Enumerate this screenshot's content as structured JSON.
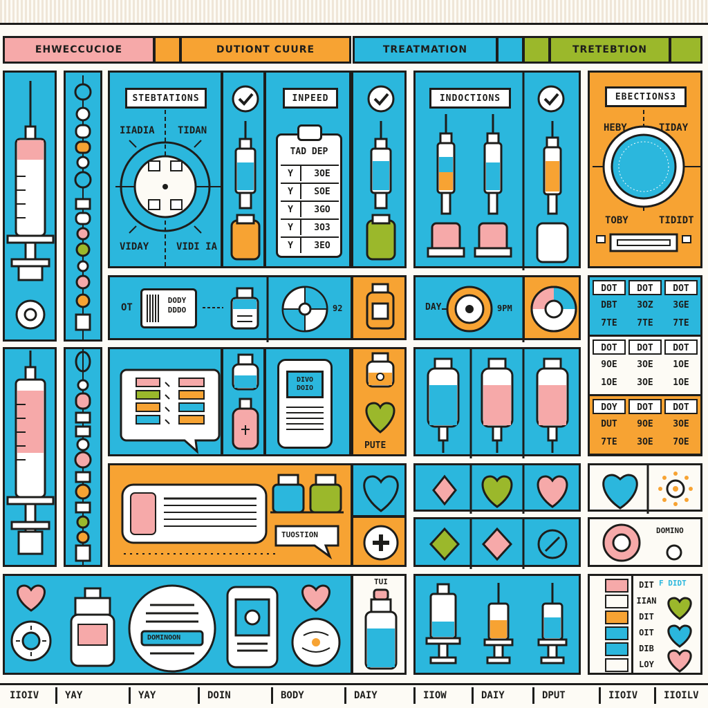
{
  "colors": {
    "cyan": "#2bb7dd",
    "orange": "#f7a333",
    "pink": "#f6a9a9",
    "green": "#9bb82b",
    "ink": "#1d1d1b",
    "cream": "#fdfbf5"
  },
  "header": {
    "segments": [
      "EHWECCUCIOE",
      "DUTIONT CUURE",
      "TREATMATION",
      "TRETEBTION"
    ]
  },
  "panels": {
    "stretching": {
      "label": "STEBTATIONS",
      "top_left": "IIADIA",
      "top_right": "TIDAN",
      "bottom_left": "VIDAY",
      "bottom_right": "VIDI IA"
    },
    "inpeed": {
      "label": "INPEED",
      "clipboard_title": "TAD DEP",
      "rows": [
        {
          "check": "Y",
          "value": "3OE"
        },
        {
          "check": "Y",
          "value": "SOE"
        },
        {
          "check": "Y",
          "value": "3GO"
        },
        {
          "check": "Y",
          "value": "3O3"
        },
        {
          "check": "Y",
          "value": "3EO"
        }
      ]
    },
    "inductions": {
      "label": "INDOCTIONS"
    },
    "ejections": {
      "label": "EBECTIONS3",
      "top_left": "HEBY",
      "top_right": "TIDAY",
      "bottom_left": "TOBY",
      "bottom_right": "TIDIDT"
    },
    "mid_row": {
      "left_tag": "OT",
      "ticket_text": "DODY\nDDDO",
      "right_tag": "92",
      "day_tag": "DAY",
      "spm_tag": "9PM"
    },
    "schedule_table": {
      "blocks": [
        {
          "heads": [
            "DOT",
            "DOT",
            "DOT"
          ],
          "row1": [
            "DBT",
            "3OZ",
            "3GE"
          ],
          "row2": [
            "7TE",
            "7TE",
            "7TE"
          ]
        },
        {
          "heads": [
            "DOT",
            "DOT",
            "DOT"
          ],
          "row1": [
            "9OE",
            "3OE",
            "1OE"
          ],
          "row2": [
            "1OE",
            "3OE",
            "1OE"
          ]
        },
        {
          "heads": [
            "DOY",
            "DOT",
            "DOT"
          ],
          "row1": [
            "DUT",
            "9OE",
            "3OE"
          ],
          "row2": [
            "7TE",
            "3OE",
            "7OE"
          ]
        }
      ]
    },
    "pute": {
      "label": "PUTE"
    },
    "tablet": {
      "screen_text": "DIVO\nDOIO"
    },
    "ticket_bubble": {
      "label": "TUOSTION"
    },
    "domino": {
      "label": "DOMINO"
    },
    "banner": {
      "label": "DOMINOON"
    },
    "bottom_vial_tag": "TUI",
    "legend": {
      "header": "F DIDT",
      "rows": [
        "DIT",
        "IIAN",
        "DIT",
        "OIT",
        "DIB",
        "LOY"
      ]
    }
  },
  "footer": {
    "labels": [
      "IIOIV",
      "YAY",
      "YAY",
      "DOIN",
      "BODY",
      "DAIY",
      "IIOW",
      "DAIY",
      "DPUT",
      "IIOIV",
      "IIOILV"
    ]
  }
}
